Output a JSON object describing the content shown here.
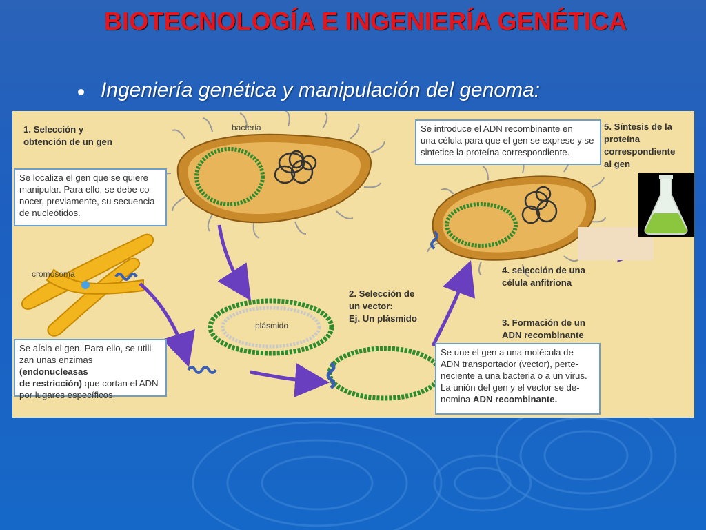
{
  "slide": {
    "title": "BIOTECNOLOGÍA E INGENIERÍA GENÉTICA",
    "bullet": "Ingeniería genética y manipulación del genoma:"
  },
  "diagram": {
    "labels": {
      "bacteria": "bacteria",
      "cromosoma": "cromosoma",
      "plasmido": "plásmido"
    },
    "steps": {
      "step1_line1": "1. Selección y",
      "step1_line2": "obtención de un gen",
      "step2_line1": "2. Selección de",
      "step2_line2": "un vector:",
      "step2_line3": "Ej. Un plásmido",
      "step3_line1": "3. Formación de un",
      "step3_line2": "ADN recombinante",
      "step4_line1": "4. selección de una",
      "step4_line2": "célula anfitriona",
      "step5_line1": "5. Síntesis de la",
      "step5_line2": "proteína",
      "step5_line3": "correspondiente",
      "step5_line4": "al gen"
    },
    "boxes": {
      "locate_line1": "Se localiza el gen que se quiere",
      "locate_line2": "manipular. Para ello, se debe co-",
      "locate_line3": "nocer, previamente, su secuencia",
      "locate_line4": "de nucleótidos.",
      "isolate_line1": "Se aísla el gen. Para ello, se utili-",
      "isolate_line2_a": "zan unas enzimas ",
      "isolate_line2_b": "(endonucleasas",
      "isolate_line3_a": "de restricción)",
      "isolate_line3_b": " que cortan el ADN",
      "isolate_line4": "por lugares específicos.",
      "introduce_line1": "Se introduce el ADN recombinante en",
      "introduce_line2": "una célula para que el gen se exprese y se",
      "introduce_line3": "sintetice la proteína correspondiente.",
      "join_line1": "Se une el gen a una molécula de",
      "join_line2": "ADN transportador (vector), perte-",
      "join_line3": "neciente a una bacteria o a un virus.",
      "join_line4": "La unión del gen y el vector se de-",
      "join_line5_a": "nomina ",
      "join_line5_b": "ADN recombinante."
    }
  },
  "colors": {
    "title": "#e8141c",
    "background": "#1d5fc0",
    "diagram_bg": "#f3dfa2",
    "box_border": "#6e9ec8",
    "dna_green": "#2e8b2e",
    "arrow_purple": "#7b4fc4",
    "chromosome_yellow": "#f2b51e",
    "flask_liquid": "#8cc63f"
  }
}
